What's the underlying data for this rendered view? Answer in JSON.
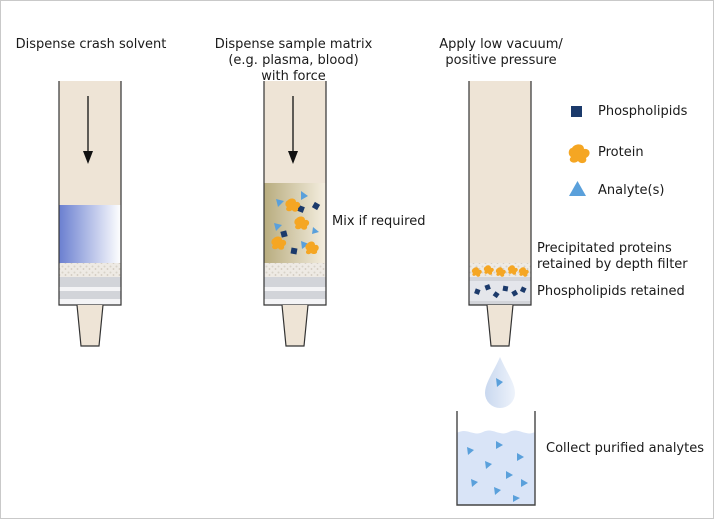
{
  "steps": [
    {
      "label": "Dispense crash solvent"
    },
    {
      "label": "Dispense sample matrix\n(e.g. plasma, blood)\nwith force",
      "note": "Mix if required"
    },
    {
      "label": "Apply low vacuum/\npositive pressure",
      "note_proteins": "Precipitated proteins\nretained by depth filter",
      "note_phospholipids": "Phospholipids retained",
      "note_collect": "Collect purified analytes"
    }
  ],
  "legend": [
    {
      "icon": "square",
      "label": "Phospholipids",
      "color": "#1b3a6b"
    },
    {
      "icon": "blob",
      "label": "Protein",
      "color": "#f5a623"
    },
    {
      "icon": "triangle",
      "label": "Analyte(s)",
      "color": "#5aa0db"
    }
  ],
  "colors": {
    "barrel": "#eee4d6",
    "solvent": "#6a7fd0",
    "sample": "#bfb38a",
    "filter": "#d2d4d9",
    "liquid": "#d9e4f7",
    "outline": "#333333"
  }
}
